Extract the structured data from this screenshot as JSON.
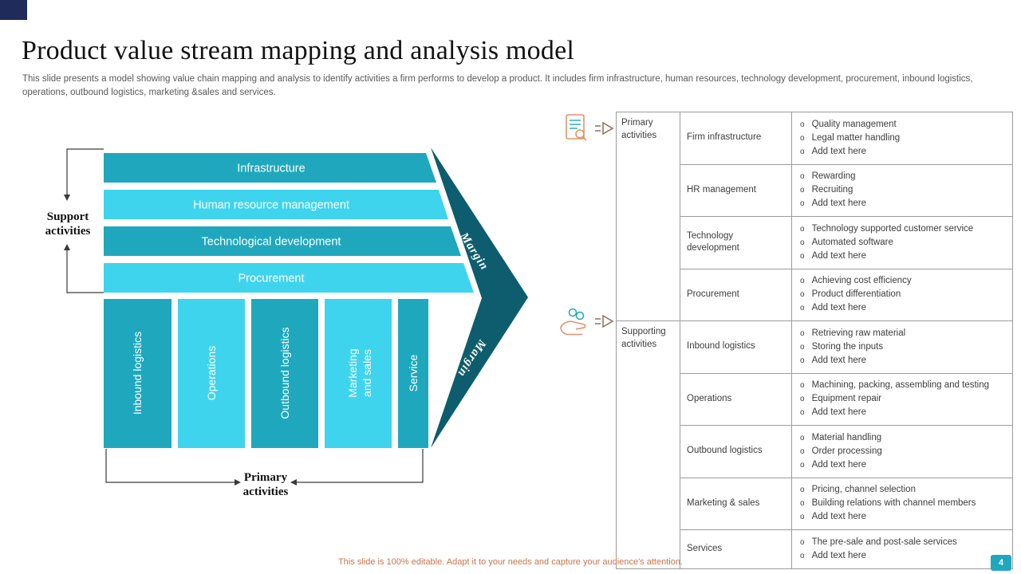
{
  "slide": {
    "title": "Product value stream mapping and analysis model",
    "description": "This slide presents a model showing value chain mapping and analysis to identify activities a firm performs to develop a product. It includes firm infrastructure, human resources, technology development, procurement, inbound logistics, operations, outbound logistics, marketing &sales and services.",
    "footer": "This slide is 100% editable. Adapt it to your needs and capture your audience's attention.",
    "page_number": "4"
  },
  "colors": {
    "teal_medium": "#1FA8BD",
    "cyan_light": "#3FD4EE",
    "teal_dark": "#0D5D6E",
    "navy_accent": "#1F2B5B",
    "icon_orange": "#E2926B",
    "footer_orange": "#C9744A"
  },
  "diagram": {
    "support_label": {
      "line1": "Support",
      "line2": "activities"
    },
    "primary_label": {
      "line1": "Primary",
      "line2": "activities"
    },
    "margin_label": "Margin",
    "support_bars": [
      {
        "label": "Infrastructure"
      },
      {
        "label": "Human resource management"
      },
      {
        "label": "Technological development"
      },
      {
        "label": "Procurement"
      }
    ],
    "primary_bars": [
      {
        "label": "Inbound logistics"
      },
      {
        "label": "Operations"
      },
      {
        "label": "Outbound logistics"
      },
      {
        "label_line1": "Marketing",
        "label_line2": "and sales"
      },
      {
        "label": "Service"
      }
    ]
  },
  "icons": [
    {
      "name": "audit-document-icon"
    },
    {
      "name": "hand-coins-icon"
    }
  ],
  "table": {
    "bullet_marker": "o",
    "groups": [
      {
        "label": "Primary activities",
        "rows": [
          {
            "category": "Firm infrastructure",
            "items": [
              "Quality management",
              "Legal matter handling",
              "Add text here"
            ]
          },
          {
            "category": "HR management",
            "items": [
              "Rewarding",
              "Recruiting",
              "Add text here"
            ]
          },
          {
            "category": "Technology development",
            "items": [
              "Technology supported customer service",
              "Automated software",
              "Add text here"
            ]
          },
          {
            "category": "Procurement",
            "items": [
              "Achieving cost efficiency",
              "Product differentiation",
              "Add text here"
            ]
          }
        ]
      },
      {
        "label": "Supporting activities",
        "rows": [
          {
            "category": "Inbound logistics",
            "items": [
              "Retrieving raw material",
              "Storing the inputs",
              "Add text here"
            ]
          },
          {
            "category": "Operations",
            "items": [
              "Machining, packing, assembling and testing",
              "Equipment repair",
              "Add text here"
            ]
          },
          {
            "category": "Outbound logistics",
            "items": [
              "Material handling",
              "Order processing",
              "Add text here"
            ]
          },
          {
            "category": "Marketing & sales",
            "items": [
              "Pricing, channel selection",
              "Building relations with channel members",
              "Add text here"
            ]
          },
          {
            "category": "Services",
            "items": [
              "The pre-sale and post-sale services",
              "Add text here"
            ]
          }
        ]
      }
    ]
  }
}
